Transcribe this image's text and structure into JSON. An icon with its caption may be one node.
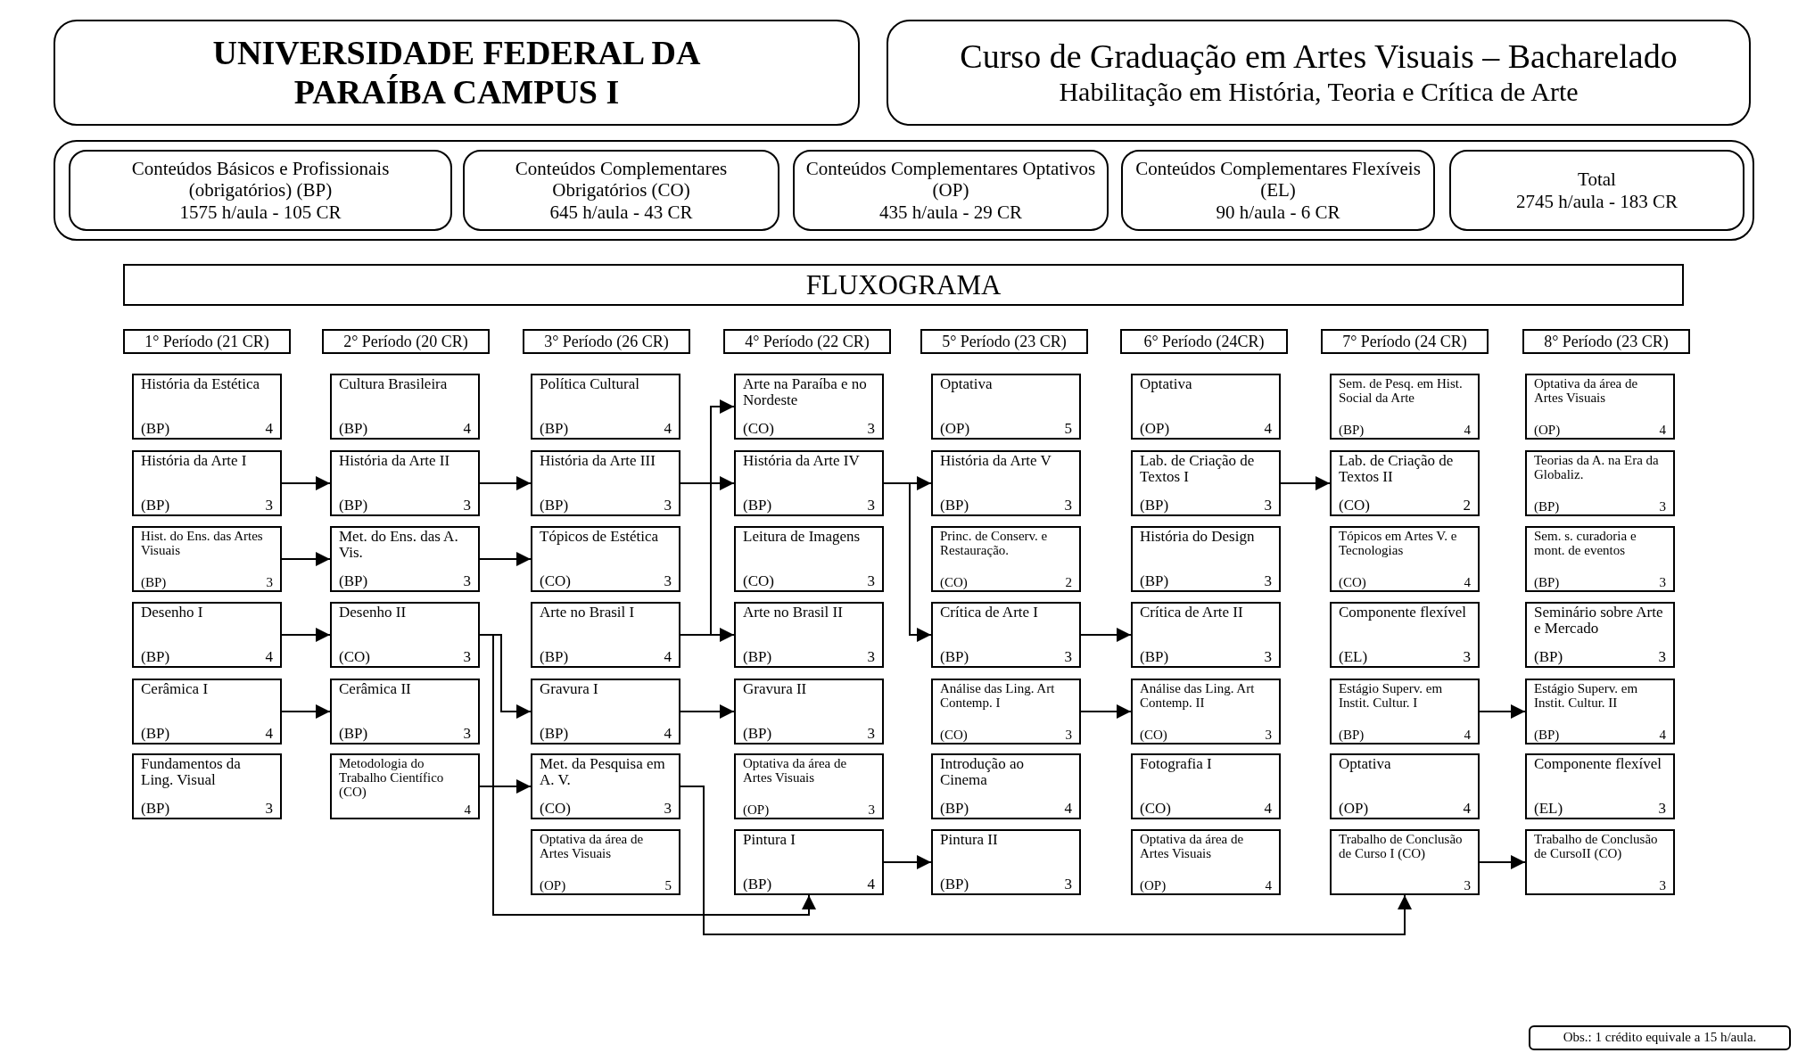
{
  "diagram": {
    "nodes": [
      {
        "text": [
          "UNIVERSIDADE FEDERAL DA PARAÍBA CAMPUS I"
        ]
      },
      {
        "text": [
          "Curso de Graduação em Artes Visuais – Bacharelado",
          "Habilitação em História, Teoria e Crítica de Arte"
        ]
      },
      {
        "text": [],
        "shape": "box"
      },
      {
        "text": [
          "Conteúdos Básicos e Profissionais (obrigatórios) (BP)",
          "1575 h/aula - 105 CR"
        ],
        "in": 2
      },
      {
        "text": [
          "Conteúdos Complementares Obrigatórios (CO)",
          "645 h/aula - 43 CR"
        ],
        "in": 2
      },
      {
        "text": [
          "Conteúdos Complementares Optativos (OP)",
          "435 h/aula - 29 CR"
        ],
        "in": 2
      },
      {
        "text": [
          "Conteúdos Complementares Flexíveis (EL)",
          "90 h/aula - 6 CR"
        ],
        "in": 2
      },
      {
        "text": [
          "Total",
          "2745 h/aula - 183 CR"
        ],
        "in": 2
      },
      {
        "text": [
          "FLUXOGRAMA"
        ]
      },
      {
        "text": [
          "1° Período (21 CR)"
        ]
      },
      {
        "text": [
          "2° Período (20 CR)"
        ]
      },
      {
        "text": [
          "3° Período (26 CR)"
        ]
      },
      {
        "text": [
          "4° Período (22 CR)"
        ]
      },
      {
        "text": [
          "5° Período (23 CR)"
        ]
      },
      {
        "text": [
          "6° Período (24CR)"
        ]
      },
      {
        "text": [
          "7° Período (24 CR)"
        ]
      },
      {
        "text": [
          "8° Período (23 CR)"
        ]
      },
      {
        "text": [
          "História da Estética",
          "(BP)",
          "4"
        ]
      },
      {
        "text": [
          "História da Arte I",
          "(BP)",
          "3"
        ]
      },
      {
        "text": [
          "Hist. do Ens. das Artes Visuais",
          "(BP)",
          "3"
        ]
      },
      {
        "text": [
          "Desenho I",
          "(BP)",
          "4"
        ]
      },
      {
        "text": [
          "Cerâmica I",
          "(BP)",
          "4"
        ]
      },
      {
        "text": [
          "Fundamentos da Ling. Visual",
          "(BP)",
          "3"
        ]
      },
      {
        "text": [
          "Cultura Brasileira",
          "(BP)",
          "4"
        ]
      },
      {
        "text": [
          "História da Arte II",
          "(BP)",
          "3"
        ]
      },
      {
        "text": [
          "Met. do Ens. das A. Vis.",
          "(BP)",
          "3"
        ]
      },
      {
        "text": [
          "Desenho II",
          "(CO)",
          "3"
        ]
      },
      {
        "text": [
          "Cerâmica II",
          "(BP)",
          "3"
        ]
      },
      {
        "text": [
          "Metodologia do Trabalho Científico (CO)",
          "4"
        ]
      },
      {
        "text": [
          "Política Cultural",
          "(BP)",
          "4"
        ]
      },
      {
        "text": [
          "História da Arte III",
          "(BP)",
          "3"
        ]
      },
      {
        "text": [
          "Tópicos de Estética",
          "(CO)",
          "3"
        ]
      },
      {
        "text": [
          "Arte no Brasil I",
          "(BP)",
          "4"
        ]
      },
      {
        "text": [
          "Gravura I",
          "(BP)",
          "4"
        ]
      },
      {
        "text": [
          "Met. da Pesquisa em A. V.",
          "(CO)",
          "3"
        ]
      },
      {
        "text": [
          "Optativa da área de Artes Visuais",
          "(OP)",
          "5"
        ]
      },
      {
        "text": [
          "Arte na Paraíba e no Nordeste",
          "(CO)",
          "3"
        ]
      },
      {
        "text": [
          "História da Arte IV",
          "(BP)",
          "3"
        ]
      },
      {
        "text": [
          "Leitura de Imagens",
          "(CO)",
          "3"
        ]
      },
      {
        "text": [
          "Arte no Brasil II",
          "(BP)",
          "3"
        ]
      },
      {
        "text": [
          "Gravura II",
          "(BP)",
          "3"
        ]
      },
      {
        "text": [
          "Optativa da área de Artes Visuais",
          "(OP)",
          "3"
        ]
      },
      {
        "text": [
          "Pintura I",
          "(BP)",
          "4"
        ]
      },
      {
        "text": [
          "Optativa",
          "(OP)",
          "5"
        ]
      },
      {
        "text": [
          "História da Arte V",
          "(BP)",
          "3"
        ]
      },
      {
        "text": [
          "Princ. de Conserv. e Restauração.",
          "(CO)",
          "2"
        ]
      },
      {
        "text": [
          "Crítica de Arte I",
          "(BP)",
          "3"
        ]
      },
      {
        "text": [
          "Análise das Ling. Art Contemp. I",
          "(CO)",
          "3"
        ]
      },
      {
        "text": [
          "Introdução ao Cinema",
          "(BP)",
          "4"
        ]
      },
      {
        "text": [
          "Pintura II",
          "(BP)",
          "3"
        ]
      },
      {
        "text": [
          "Optativa",
          "(OP)",
          "4"
        ]
      },
      {
        "text": [
          "Lab. de Criação de Textos I",
          "(BP)",
          "3"
        ]
      },
      {
        "text": [
          "História do Design",
          "(BP)",
          "3"
        ]
      },
      {
        "text": [
          "Crítica de Arte II",
          "(BP)",
          "3"
        ]
      },
      {
        "text": [
          "Análise das Ling. Art Contemp. II",
          "(CO)",
          "3"
        ]
      },
      {
        "text": [
          "Fotografia I",
          "(CO)",
          "4"
        ]
      },
      {
        "text": [
          "Optativa da área de Artes Visuais",
          "(OP)",
          "4"
        ]
      },
      {
        "text": [
          "Sem. de Pesq. em Hist. Social da Arte",
          "(BP)",
          "4"
        ]
      },
      {
        "text": [
          "Lab. de Criação de Textos II",
          "(CO)",
          "2"
        ]
      },
      {
        "text": [
          "Tópicos em Artes V. e Tecnologias",
          "(CO)",
          "4"
        ]
      },
      {
        "text": [
          "Componente flexível",
          "(EL)",
          "3"
        ]
      },
      {
        "text": [
          "Estágio Superv. em Instit. Cultur. I",
          "(BP)",
          "4"
        ]
      },
      {
        "text": [
          "Optativa",
          "(OP)",
          "4"
        ]
      },
      {
        "text": [
          "Trabalho de Conclusão de Curso I (CO)",
          "3"
        ]
      },
      {
        "text": [
          "Optativa da área de Artes Visuais",
          "(OP)",
          "4"
        ]
      },
      {
        "text": [
          "Teorias da A. na Era da Globaliz.",
          "(BP)",
          "3"
        ]
      },
      {
        "text": [
          "Sem. s. curadoria e mont. de eventos",
          "(BP)",
          "3"
        ]
      },
      {
        "text": [
          "Seminário sobre Arte e Mercado",
          "(BP)",
          "3"
        ]
      },
      {
        "text": [
          "Estágio Superv. em Instit. Cultur. II",
          "(BP)",
          "4"
        ]
      },
      {
        "text": [
          "Componente flexível",
          "(EL)",
          "3"
        ]
      },
      {
        "text": [
          "Trabalho de Conclusão de CursoII (CO)",
          "3"
        ]
      },
      {
        "text": [
          "Obs.: 1 crédito equivale a 15 h/aula."
        ]
      }
    ],
    "edges": [
      {
        "from": 18,
        "to": 24,
        "arrow": "to"
      },
      {
        "from": 19,
        "to": 25,
        "arrow": "to"
      },
      {
        "from": 20,
        "to": 26,
        "arrow": "to"
      },
      {
        "from": 21,
        "to": 27,
        "arrow": "to"
      },
      {
        "from": 24,
        "to": 30,
        "arrow": "to"
      },
      {
        "from": 25,
        "to": 31,
        "arrow": "to"
      },
      {
        "from": 26,
        "to": 33,
        "arrow": "to"
      },
      {
        "from": 26,
        "to": 42,
        "arrow": "to"
      },
      {
        "from": 28,
        "to": 34,
        "arrow": "to"
      },
      {
        "from": 30,
        "to": 37,
        "arrow": "to"
      },
      {
        "from": 32,
        "to": 36,
        "arrow": "to"
      },
      {
        "from": 32,
        "to": 39,
        "arrow": "to"
      },
      {
        "from": 33,
        "to": 40,
        "arrow": "to"
      },
      {
        "from": 34,
        "to": 63,
        "arrow": "to"
      },
      {
        "from": 37,
        "to": 44,
        "arrow": "to"
      },
      {
        "from": 37,
        "to": 46,
        "arrow": "to"
      },
      {
        "from": 42,
        "to": 49,
        "arrow": "to"
      },
      {
        "from": 46,
        "to": 53,
        "arrow": "to"
      },
      {
        "from": 47,
        "to": 54,
        "arrow": "to"
      },
      {
        "from": 51,
        "to": 58,
        "arrow": "to"
      },
      {
        "from": 61,
        "to": 68,
        "arrow": "to"
      },
      {
        "from": 63,
        "to": 70,
        "arrow": "to"
      }
    ]
  }
}
